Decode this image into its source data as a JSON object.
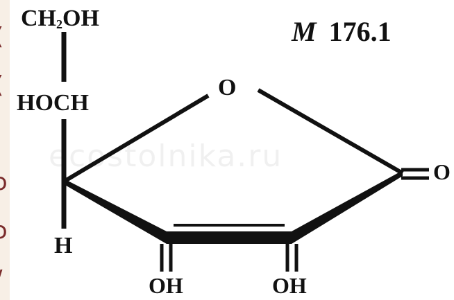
{
  "molecule": {
    "labels": {
      "ch2oh_prefix": "CH",
      "ch2oh_sub": "2",
      "ch2oh_suffix": "OH",
      "hoch": "HOCH",
      "h": "H",
      "ring_o": "O",
      "carbonyl_o": "O",
      "oh_left": "OH",
      "oh_right": "OH"
    },
    "molar_mass": {
      "symbol": "M",
      "value": "176.1"
    }
  },
  "watermark": {
    "text": "ecostolnika.ru"
  },
  "left_strip": {
    "glyphs": [
      "(",
      "(",
      "I",
      "ɔ",
      "ɔ",
      "/"
    ]
  },
  "colors": {
    "ink": "#111111",
    "strip_background": "#f7efe6",
    "strip_glyph": "#7a2c2c"
  }
}
